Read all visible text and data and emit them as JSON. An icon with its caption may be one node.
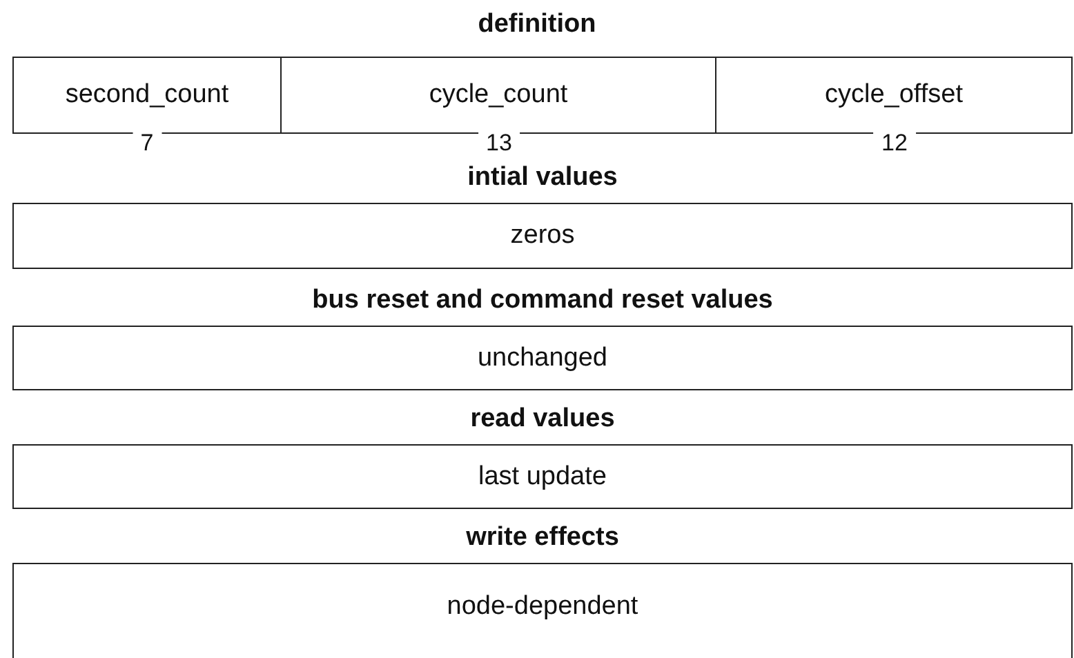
{
  "diagram": {
    "nodes": [
      {
        "text": [
          "second_count"
        ],
        "beside": [
          "7"
        ]
      },
      {
        "text": [
          "cycle_count"
        ],
        "beside": [
          "13"
        ]
      },
      {
        "text": [
          "cycle_offset"
        ],
        "beside": [
          "12"
        ]
      },
      {
        "text": [
          "intial values",
          "zeros"
        ]
      },
      {
        "text": [
          "bus reset and command reset values",
          "unchanged"
        ]
      },
      {
        "text": [
          "read values",
          "last update"
        ]
      },
      {
        "text": [
          "write effects",
          "node-dependent"
        ]
      }
    ],
    "labels": [
      "definition"
    ]
  }
}
